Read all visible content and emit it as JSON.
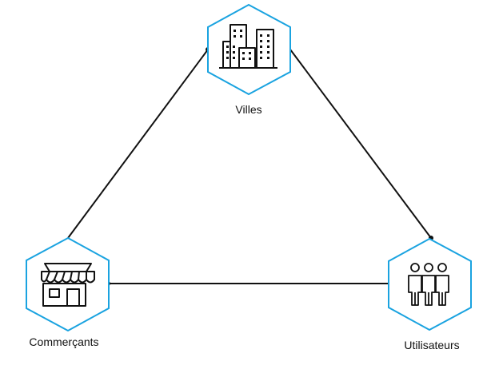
{
  "colors": {
    "hexagon_stroke": "#1aa3e0",
    "icon_stroke": "#111111",
    "connector": "#111111",
    "background": "#ffffff"
  },
  "nodes": {
    "villes": {
      "label": "Villes",
      "icon": "city-buildings-icon"
    },
    "commercants": {
      "label": "Commerçants",
      "icon": "storefront-icon"
    },
    "utilisateurs": {
      "label": "Utilisateurs",
      "icon": "users-group-icon"
    }
  },
  "edges": [
    {
      "from": "commercants",
      "to": "villes"
    },
    {
      "from": "villes",
      "to": "utilisateurs"
    },
    {
      "from": "utilisateurs",
      "to": "commercants"
    }
  ]
}
